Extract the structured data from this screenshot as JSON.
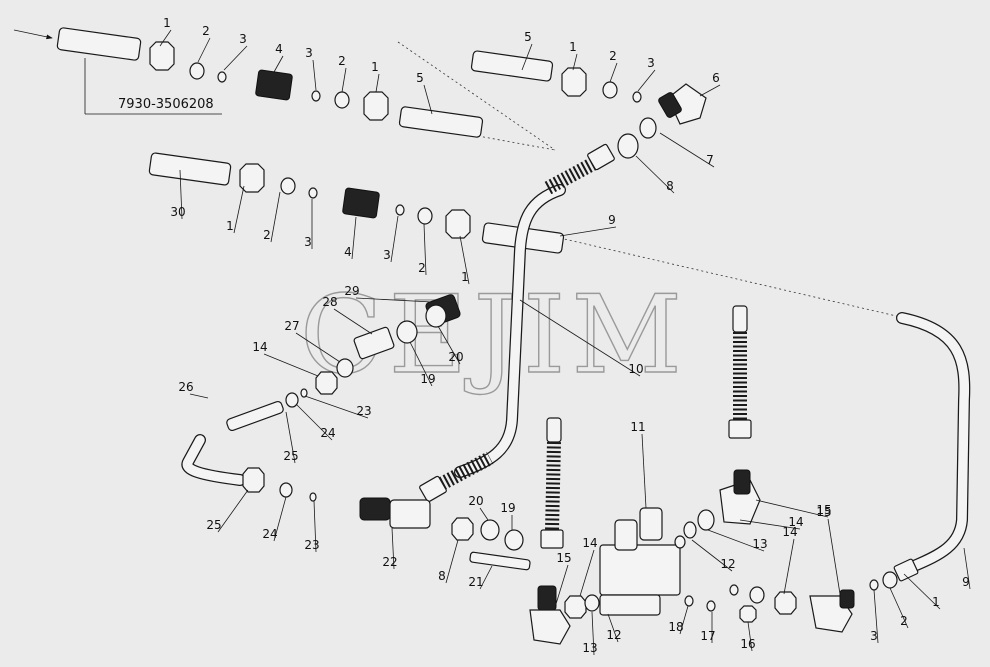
{
  "diagram": {
    "part_code": "7930-3506208",
    "watermark": "CEJIM",
    "colors": {
      "background": "#ebebeb",
      "line": "#1a1a1a",
      "part_fill": "#f4f4f4",
      "watermark": "#9a9a9a"
    },
    "callouts": [
      {
        "id": "c01",
        "label": "1"
      },
      {
        "id": "c02",
        "label": "2"
      },
      {
        "id": "c03",
        "label": "3"
      },
      {
        "id": "c04",
        "label": "4"
      },
      {
        "id": "c05",
        "label": "3"
      },
      {
        "id": "c06",
        "label": "2"
      },
      {
        "id": "c07",
        "label": "1"
      },
      {
        "id": "c08",
        "label": "5"
      },
      {
        "id": "c09",
        "label": "5"
      },
      {
        "id": "c10",
        "label": "1"
      },
      {
        "id": "c11",
        "label": "2"
      },
      {
        "id": "c12",
        "label": "3"
      },
      {
        "id": "c13",
        "label": "6"
      },
      {
        "id": "c14",
        "label": "7"
      },
      {
        "id": "c15",
        "label": "8"
      },
      {
        "id": "c16",
        "label": "30"
      },
      {
        "id": "c17",
        "label": "1"
      },
      {
        "id": "c18",
        "label": "2"
      },
      {
        "id": "c19",
        "label": "3"
      },
      {
        "id": "c20",
        "label": "4"
      },
      {
        "id": "c21",
        "label": "3"
      },
      {
        "id": "c22",
        "label": "2"
      },
      {
        "id": "c23",
        "label": "1"
      },
      {
        "id": "c24",
        "label": "9"
      },
      {
        "id": "c25",
        "label": "29"
      },
      {
        "id": "c26",
        "label": "28"
      },
      {
        "id": "c27",
        "label": "27"
      },
      {
        "id": "c28",
        "label": "20"
      },
      {
        "id": "c29",
        "label": "19"
      },
      {
        "id": "c30",
        "label": "14"
      },
      {
        "id": "c31",
        "label": "10"
      },
      {
        "id": "c32",
        "label": "26"
      },
      {
        "id": "c33",
        "label": "23"
      },
      {
        "id": "c34",
        "label": "24"
      },
      {
        "id": "c35",
        "label": "25"
      },
      {
        "id": "c36",
        "label": "25"
      },
      {
        "id": "c37",
        "label": "24"
      },
      {
        "id": "c38",
        "label": "23"
      },
      {
        "id": "c39",
        "label": "11"
      },
      {
        "id": "c40",
        "label": "22"
      },
      {
        "id": "c41",
        "label": "20"
      },
      {
        "id": "c42",
        "label": "19"
      },
      {
        "id": "c43",
        "label": "8"
      },
      {
        "id": "c44",
        "label": "21"
      },
      {
        "id": "c45",
        "label": "15"
      },
      {
        "id": "c46",
        "label": "14"
      },
      {
        "id": "c47",
        "label": "13"
      },
      {
        "id": "c48",
        "label": "12"
      },
      {
        "id": "c49",
        "label": "15"
      },
      {
        "id": "c50",
        "label": "14"
      },
      {
        "id": "c51",
        "label": "13"
      },
      {
        "id": "c52",
        "label": "12"
      },
      {
        "id": "c53",
        "label": "18"
      },
      {
        "id": "c54",
        "label": "17"
      },
      {
        "id": "c55",
        "label": "16"
      },
      {
        "id": "c56",
        "label": "14"
      },
      {
        "id": "c57",
        "label": "15"
      },
      {
        "id": "c58",
        "label": "9"
      },
      {
        "id": "c59",
        "label": "1"
      },
      {
        "id": "c60",
        "label": "2"
      },
      {
        "id": "c61",
        "label": "3"
      }
    ]
  }
}
